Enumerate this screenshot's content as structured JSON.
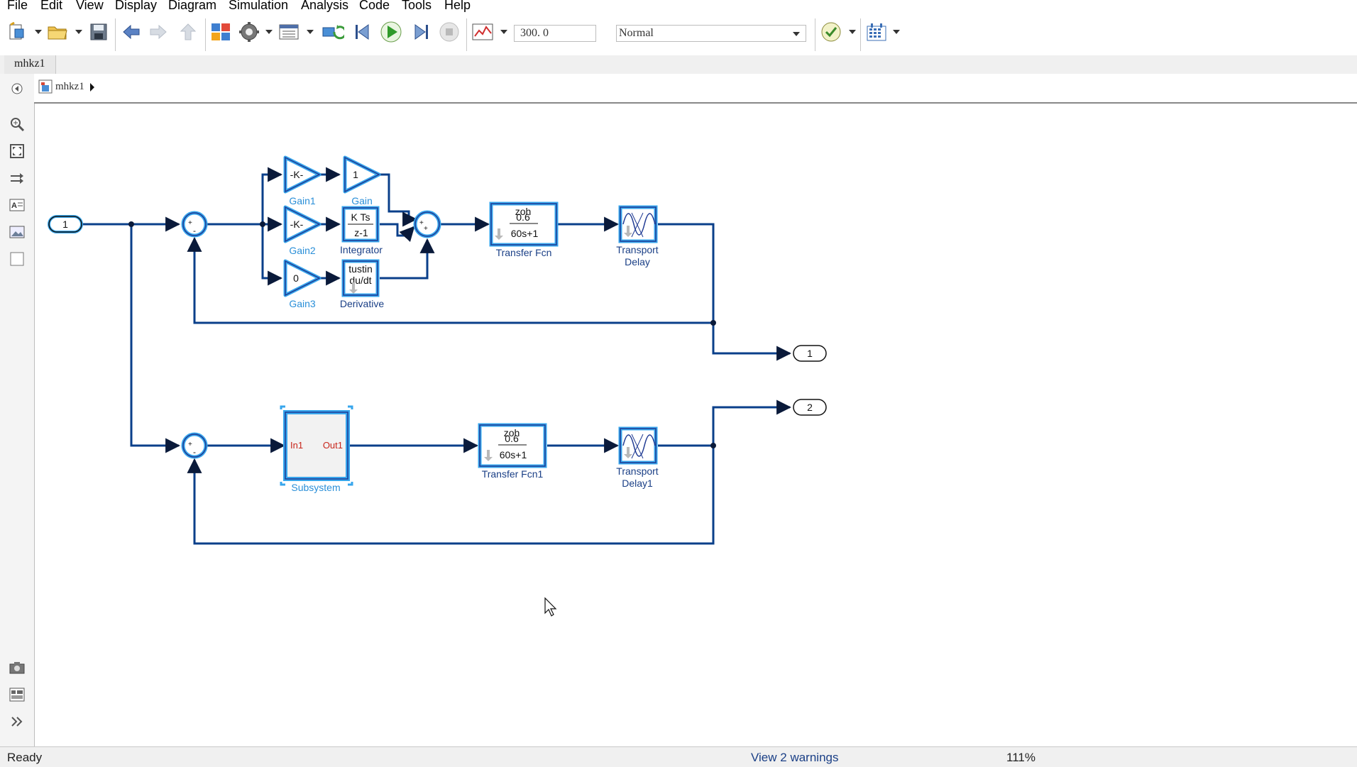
{
  "menu": [
    "File",
    "Edit",
    "View",
    "Display",
    "Diagram",
    "Simulation",
    "Analysis",
    "Code",
    "Tools",
    "Help"
  ],
  "toolbar": {
    "stop_time": "300. 0",
    "sim_mode": "Normal"
  },
  "tab": "mhkz1",
  "breadcrumb": "mhkz1",
  "blocks": {
    "in1": "1",
    "gain1_sym": "-K-",
    "gain1_name": "Gain1",
    "gain_sym": "1",
    "gain_name": "Gain",
    "gain2_sym": "-K-",
    "gain2_name": "Gain2",
    "integrator_num": "K Ts",
    "integrator_den": "z-1",
    "integrator_name": "Integrator",
    "gain3_sym": "0",
    "gain3_name": "Gain3",
    "derivative_l1": "tustin",
    "derivative_l2": "du/dt",
    "derivative_name": "Derivative",
    "tf_method": "zoh",
    "tf_num": "0.6",
    "tf_den": "60s+1",
    "tf_name": "Transfer Fcn",
    "td_name_l1": "Transport",
    "td_name_l2": "Delay",
    "out1": "1",
    "out2": "2",
    "subsys_in": "In1",
    "subsys_out": "Out1",
    "subsys_name": "Subsystem",
    "tf1_method": "zoh",
    "tf1_num": "0.6",
    "tf1_den": "60s+1",
    "tf1_name": "Transfer Fcn1",
    "td1_name_l1": "Transport",
    "td1_name_l2": "Delay1",
    "sum_plus": "+",
    "sum_minus": "-"
  },
  "status": {
    "left": "Ready",
    "warnings": "View 2 warnings",
    "zoom": "111%"
  },
  "colors": {
    "line": "#0a3f8a",
    "block_border": "#1f3a93",
    "selection": "#37a6ec",
    "name_selected": "#2a8fd8",
    "name_normal": "#1a3f86",
    "subsys_port": "#c8261c"
  }
}
